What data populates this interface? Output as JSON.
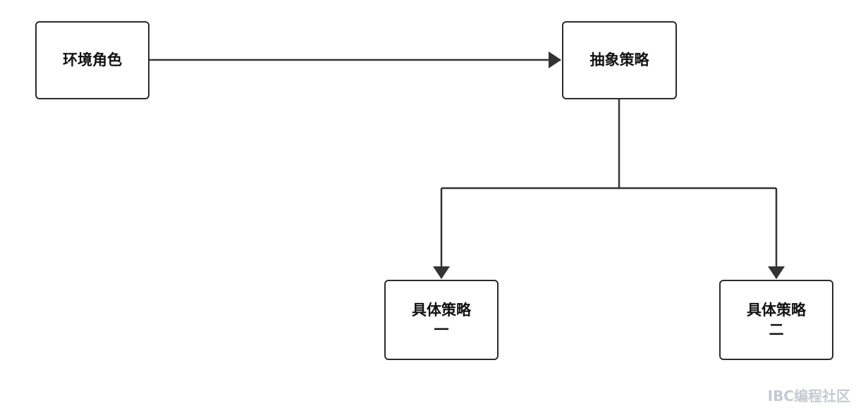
{
  "diagram": {
    "nodes": {
      "environment": {
        "label": "环境角色"
      },
      "abstract_strategy": {
        "label": "抽象策略"
      },
      "concrete_strategy_1": {
        "line1": "具体策略",
        "line2": "一"
      },
      "concrete_strategy_2": {
        "line1": "具体策略",
        "line2": "二"
      }
    },
    "edges": [
      {
        "from": "environment",
        "to": "abstract_strategy"
      },
      {
        "from": "abstract_strategy",
        "to": "concrete_strategy_1"
      },
      {
        "from": "abstract_strategy",
        "to": "concrete_strategy_2"
      }
    ],
    "colors": {
      "line": "#333333",
      "border": "#2b2b2b",
      "watermark": "#c6c9d1"
    }
  },
  "watermark": {
    "text": "IBC编程社区"
  }
}
